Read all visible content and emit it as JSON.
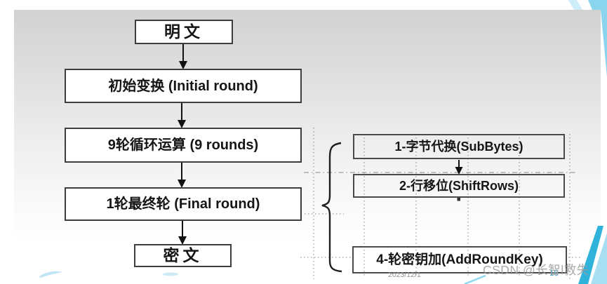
{
  "slide": {
    "flow": {
      "plaintext": "明文",
      "initial_round": "初始变换 (Initial round)",
      "nine_rounds": "9轮循环运算 (9 rounds)",
      "final_round": "1轮最终轮 (Final round)",
      "ciphertext": "密文"
    },
    "round_steps": {
      "subbytes": "1-字节代换(SubBytes)",
      "shiftrows": "2-行移位(ShiftRows)",
      "addroundkey": "4-轮密钥加(AddRoundKey)"
    },
    "footer": {
      "date": "2023/12/1",
      "page_number": "16"
    },
    "watermark": "CSDN @长智l救失"
  },
  "colors": {
    "accent_blue": "#2fb3da",
    "light_blue": "#8ad4ee",
    "pale_blue": "#cdeef9",
    "box_border": "#3d3d3d",
    "arrow_black": "#111111",
    "slide_gray_top": "#d2d2d2",
    "watermark_gray": "#9c9c9c"
  }
}
